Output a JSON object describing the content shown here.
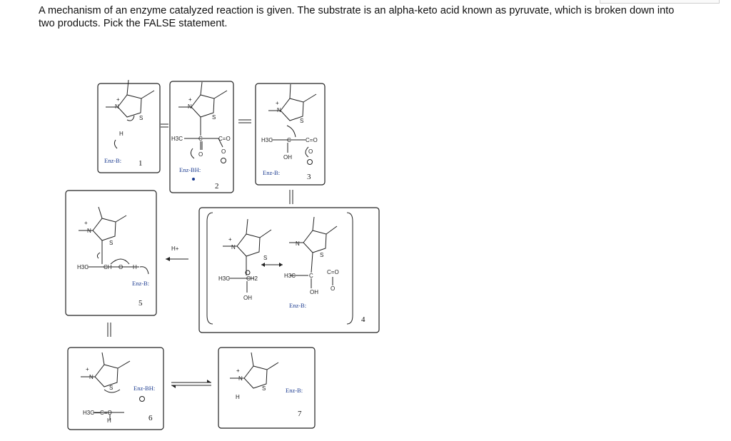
{
  "question": {
    "text": "A mechanism of an enzyme catalyzed reaction is given. The substrate is an alpha-keto acid known as pyruvate, which is broken down into two products. Pick the FALSE statement."
  },
  "diagram": {
    "boxes": [
      {
        "number": "1",
        "enzyme_label": "Enz-B:"
      },
      {
        "number": "2",
        "enzyme_label": "Enz-BH:"
      },
      {
        "number": "3",
        "enzyme_label": "Enz-B:"
      },
      {
        "number": "4",
        "enzyme_label": "Enz-B:"
      },
      {
        "number": "5",
        "enzyme_label": "Enz-B:"
      },
      {
        "number": "6",
        "enzyme_label": "Enz-BH:"
      },
      {
        "number": "7",
        "enzyme_label": "Enz-B:"
      }
    ],
    "h_plus": "H+",
    "atoms": {
      "N": "N",
      "S": "S",
      "H": "H",
      "plus": "+",
      "H3C": "H3C",
      "C": "C",
      "O": "O",
      "OH": "OH",
      "CH": "CH",
      "CH2": "CH2",
      "CO": "C=O",
      "acetaldehyde": "H3C—C=O"
    }
  }
}
